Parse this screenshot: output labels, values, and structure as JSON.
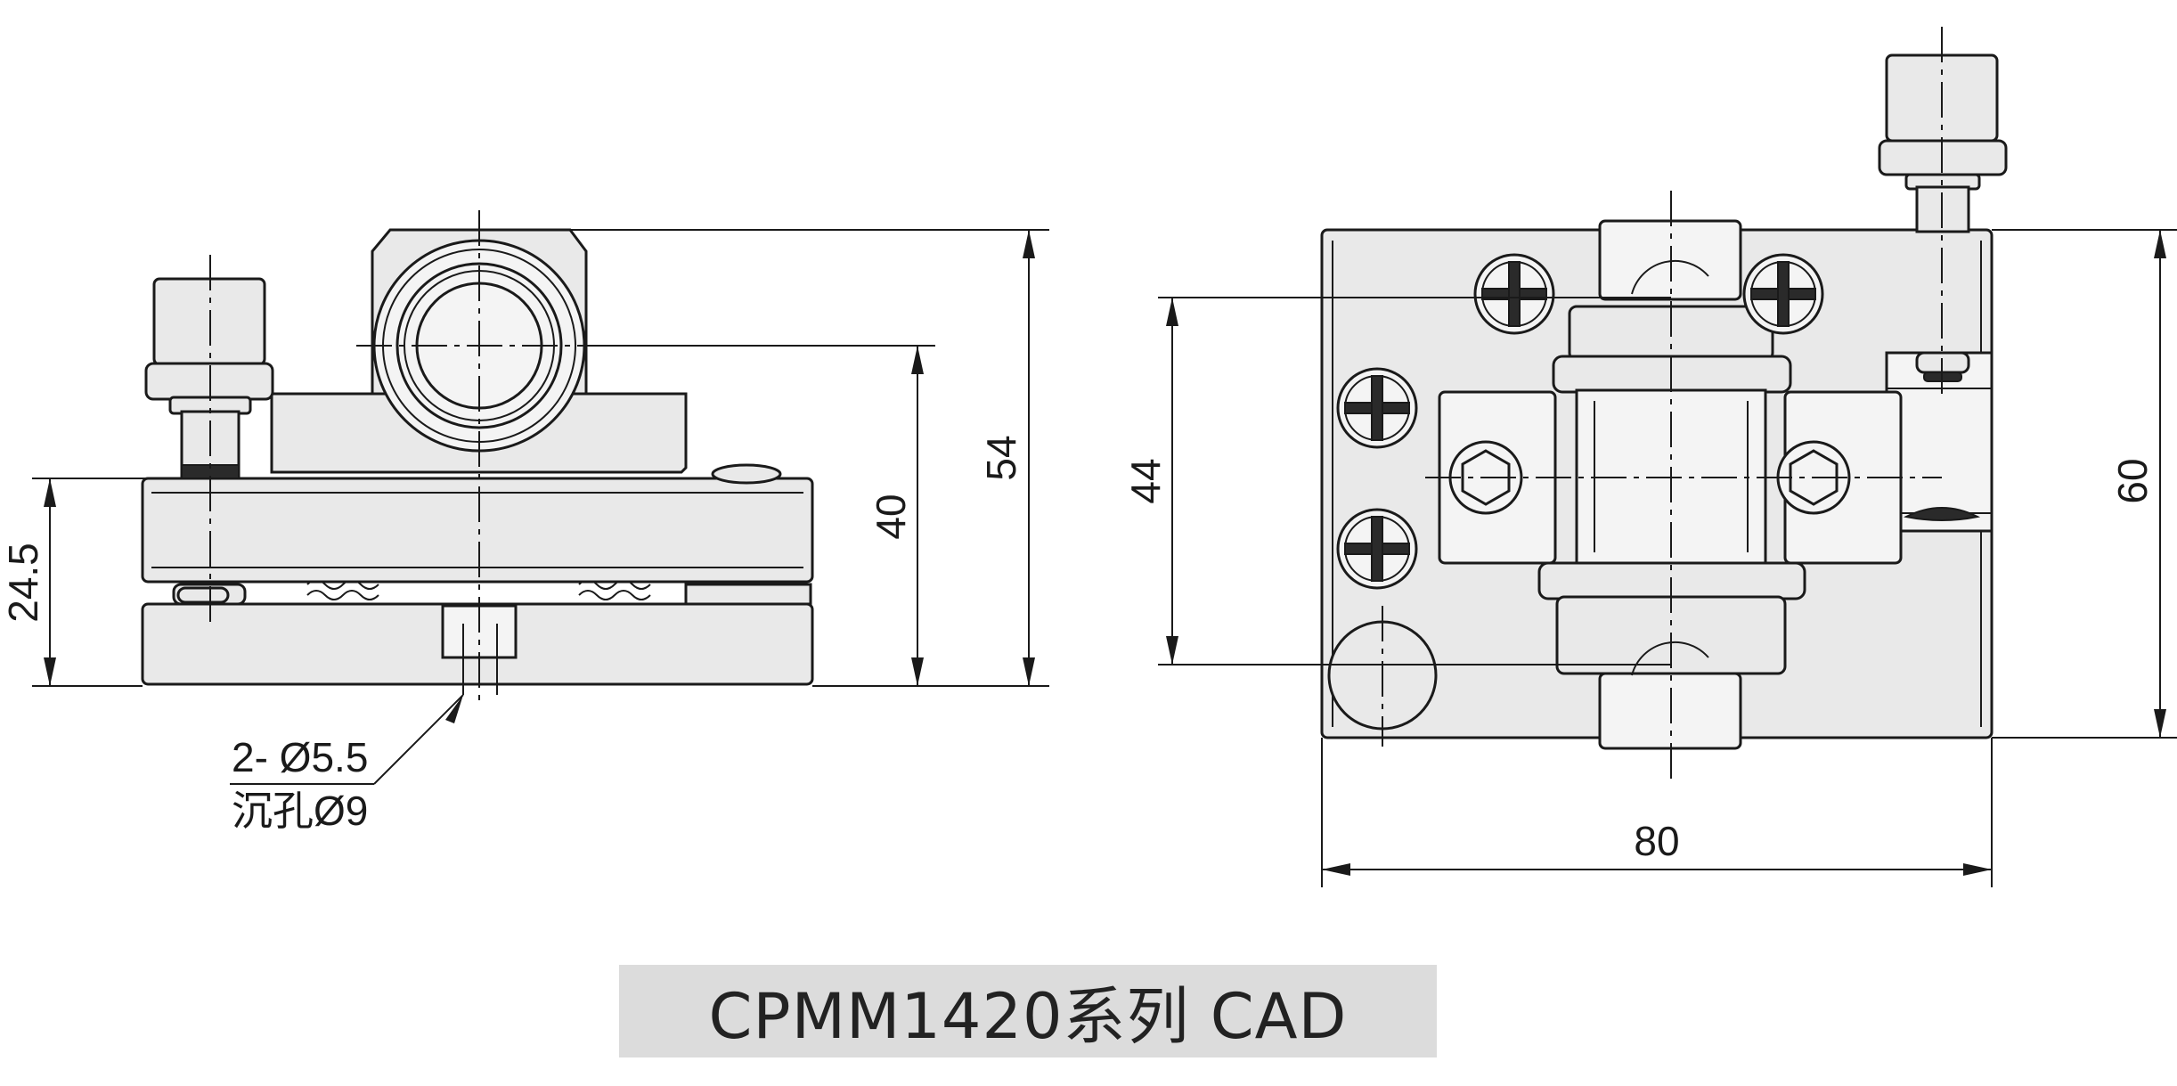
{
  "front_view": {
    "dim_height_total": "54",
    "dim_axis_height": "40",
    "dim_base_height": "24.5",
    "hole_note_line1": "2- Ø5.5",
    "hole_note_line2": "沉孔Ø9"
  },
  "top_view": {
    "dim_hole_spacing": "44",
    "dim_depth": "60",
    "dim_width": "80"
  },
  "caption": "CPMM1420系列  CAD"
}
